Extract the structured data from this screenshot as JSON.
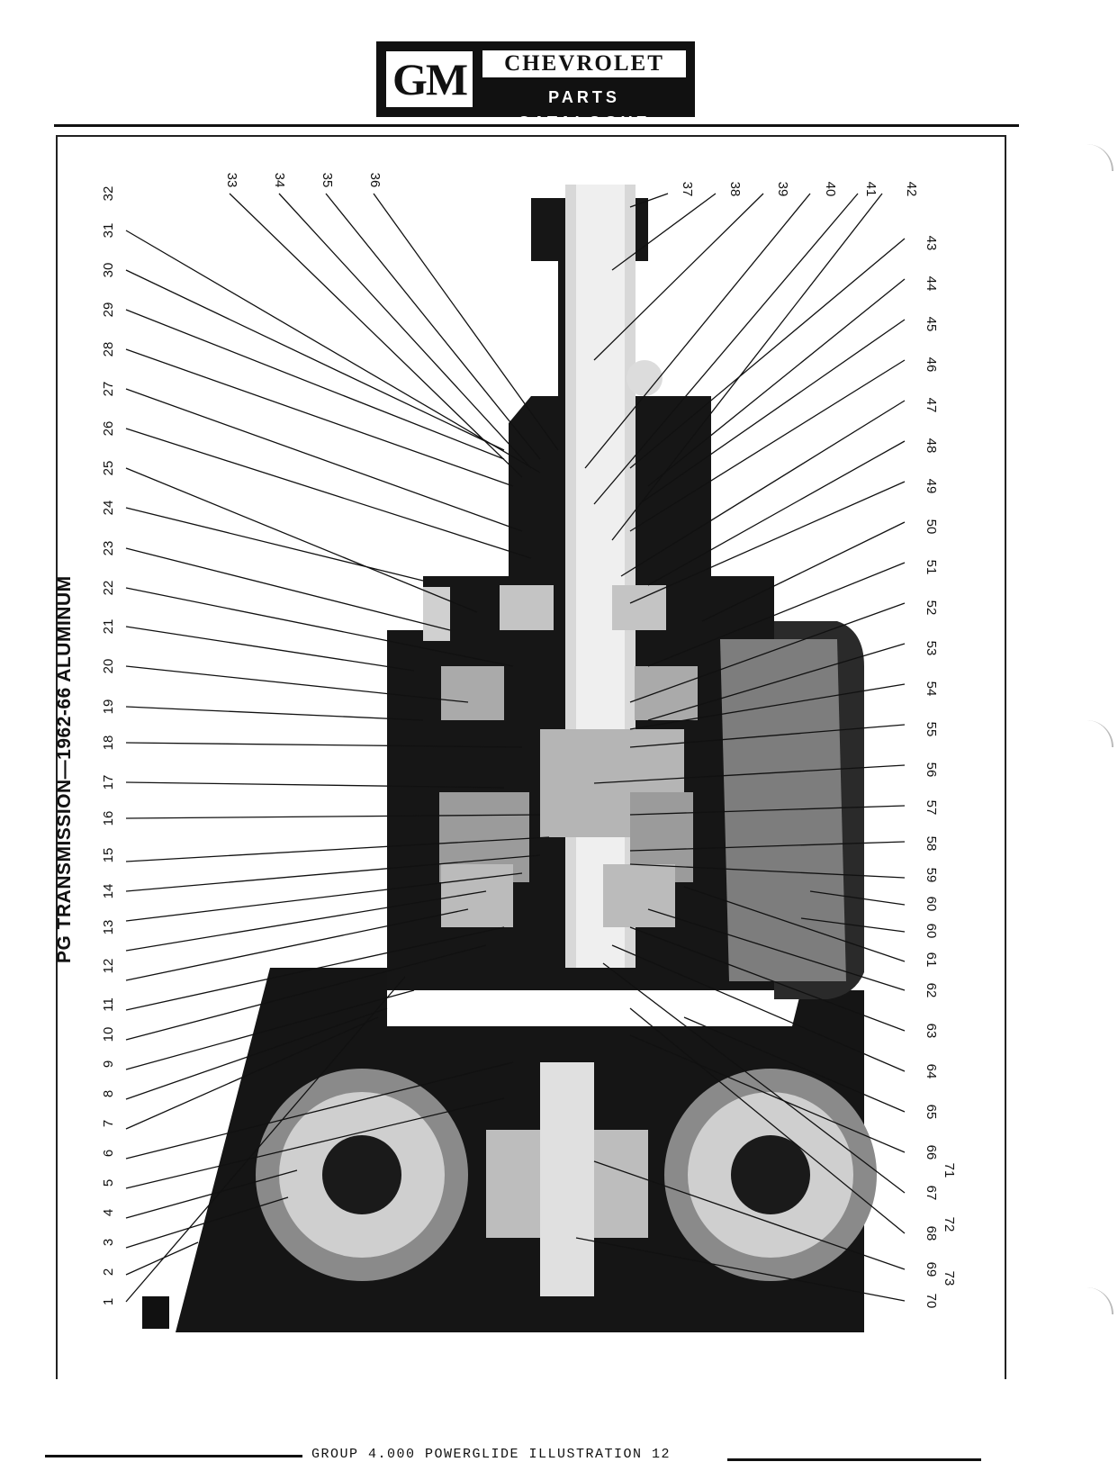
{
  "header": {
    "logo_mark": "GM",
    "brand": "CHEVROLET",
    "catalogue": "PARTS CATALOGUE"
  },
  "figure": {
    "title": "PG TRANSMISSION—1962-66 ALUMINUM",
    "callouts_left": [
      "1",
      "2",
      "3",
      "4",
      "5",
      "6",
      "7",
      "8",
      "9",
      "10",
      "11",
      "12",
      "13",
      "14",
      "15",
      "16",
      "17",
      "18",
      "19",
      "20",
      "21",
      "22",
      "23",
      "24",
      "25",
      "26",
      "27",
      "28",
      "29",
      "30",
      "31",
      "32"
    ],
    "callouts_top": [
      "33",
      "34",
      "35",
      "36",
      "37",
      "38",
      "39",
      "40",
      "41",
      "42"
    ],
    "callouts_right": [
      "43",
      "44",
      "45",
      "46",
      "47",
      "48",
      "49",
      "50",
      "51",
      "52",
      "53",
      "54",
      "55",
      "56",
      "57",
      "58",
      "59",
      "60",
      "60",
      "61",
      "62",
      "63",
      "64",
      "65",
      "66",
      "67",
      "68",
      "69",
      "70",
      "71",
      "72",
      "73"
    ]
  },
  "footer": {
    "caption": "GROUP 4.000 POWERGLIDE ILLUSTRATION 12"
  }
}
